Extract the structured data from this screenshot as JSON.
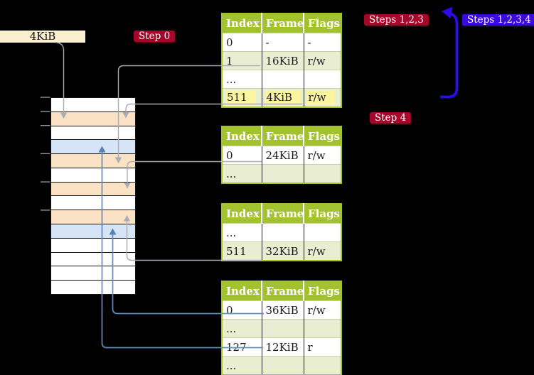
{
  "cr3_box": {
    "label": "4KiB"
  },
  "badges": {
    "step0": "Step 0",
    "steps123": "Steps 1,2,3",
    "steps1234": "Steps 1,2,3,4",
    "step4": "Step 4"
  },
  "page_tables": [
    {
      "name": "level-4-page-table",
      "headers": [
        "Index",
        "Frame",
        "Flags"
      ],
      "rows": [
        {
          "cells": [
            "0",
            "-",
            "-"
          ],
          "shaded": false,
          "highlight": false
        },
        {
          "cells": [
            "1",
            "16KiB",
            "r/w"
          ],
          "shaded": true,
          "highlight": false
        },
        {
          "cells": [
            "...",
            "",
            ""
          ],
          "shaded": false,
          "highlight": false
        },
        {
          "cells": [
            "511",
            "4KiB",
            "r/w"
          ],
          "shaded": true,
          "highlight": true
        }
      ]
    },
    {
      "name": "level-3-page-table",
      "headers": [
        "Index",
        "Frame",
        "Flags"
      ],
      "rows": [
        {
          "cells": [
            "0",
            "24KiB",
            "r/w"
          ],
          "shaded": false,
          "highlight": false
        },
        {
          "cells": [
            "...",
            "",
            ""
          ],
          "shaded": true,
          "highlight": false
        }
      ]
    },
    {
      "name": "level-2-page-table",
      "headers": [
        "Index",
        "Frame",
        "Flags"
      ],
      "rows": [
        {
          "cells": [
            "...",
            "",
            ""
          ],
          "shaded": false,
          "highlight": false
        },
        {
          "cells": [
            "511",
            "32KiB",
            "r/w"
          ],
          "shaded": true,
          "highlight": false
        }
      ]
    },
    {
      "name": "level-1-page-table",
      "headers": [
        "Index",
        "Frame",
        "Flags"
      ],
      "rows": [
        {
          "cells": [
            "0",
            "36KiB",
            "r/w"
          ],
          "shaded": false,
          "highlight": false
        },
        {
          "cells": [
            "...",
            "",
            ""
          ],
          "shaded": true,
          "highlight": false
        },
        {
          "cells": [
            "127",
            "12KiB",
            "r"
          ],
          "shaded": false,
          "highlight": false
        },
        {
          "cells": [
            "...",
            "",
            ""
          ],
          "shaded": true,
          "highlight": false
        }
      ]
    }
  ],
  "physical_memory": {
    "row_colors": [
      "white",
      "orange",
      "white",
      "blue",
      "orange",
      "white",
      "orange",
      "white",
      "orange",
      "blue",
      "white",
      "white",
      "white",
      "white"
    ]
  },
  "colors": {
    "background": "#000000",
    "table_header_green": "#A3C22F",
    "table_row_green": "#E9EED3",
    "highlight_yellow": "#FBF5A0",
    "badge_crimson": "#A60629",
    "badge_blue": "#3A0BE0",
    "frame_orange": "#FCE2C5",
    "frame_blue": "#D6E4F7",
    "cr3_wheat": "#FAEFCE",
    "connector_gray": "#ABABB3",
    "connector_blue": "#648AC0",
    "recursive_arrow_blue": "#2E0AE6"
  }
}
